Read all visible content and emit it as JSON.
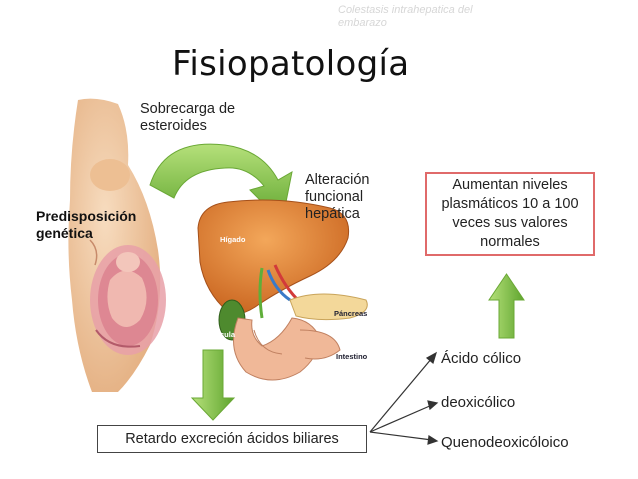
{
  "watermark": "Colestasis intrahepatica del embarazo",
  "title": "Fisiopatología",
  "labels": {
    "overload": "Sobrecarga de esteroides",
    "alteration": "Alteración funcional hepática",
    "predisposition": "Predisposición genética",
    "result": "Aumentan niveles plasmáticos 10 a 100 veces sus valores normales",
    "retardo": "Retardo excreción ácidos biliares"
  },
  "organ_labels": {
    "liver": "Hígado",
    "pancreas": "Páncreas",
    "intestine": "Intestino",
    "gallbladder": "Vesícula biliar"
  },
  "acids": [
    "Ácido cólico",
    "deoxicólico",
    "Quenodeoxicóloico"
  ],
  "colors": {
    "arrow_green": "#7ac143",
    "arrow_dark": "#3d7a24",
    "box_border": "#e06a6a",
    "liver": "#e08a3a",
    "skin": "#f1c9a0"
  }
}
